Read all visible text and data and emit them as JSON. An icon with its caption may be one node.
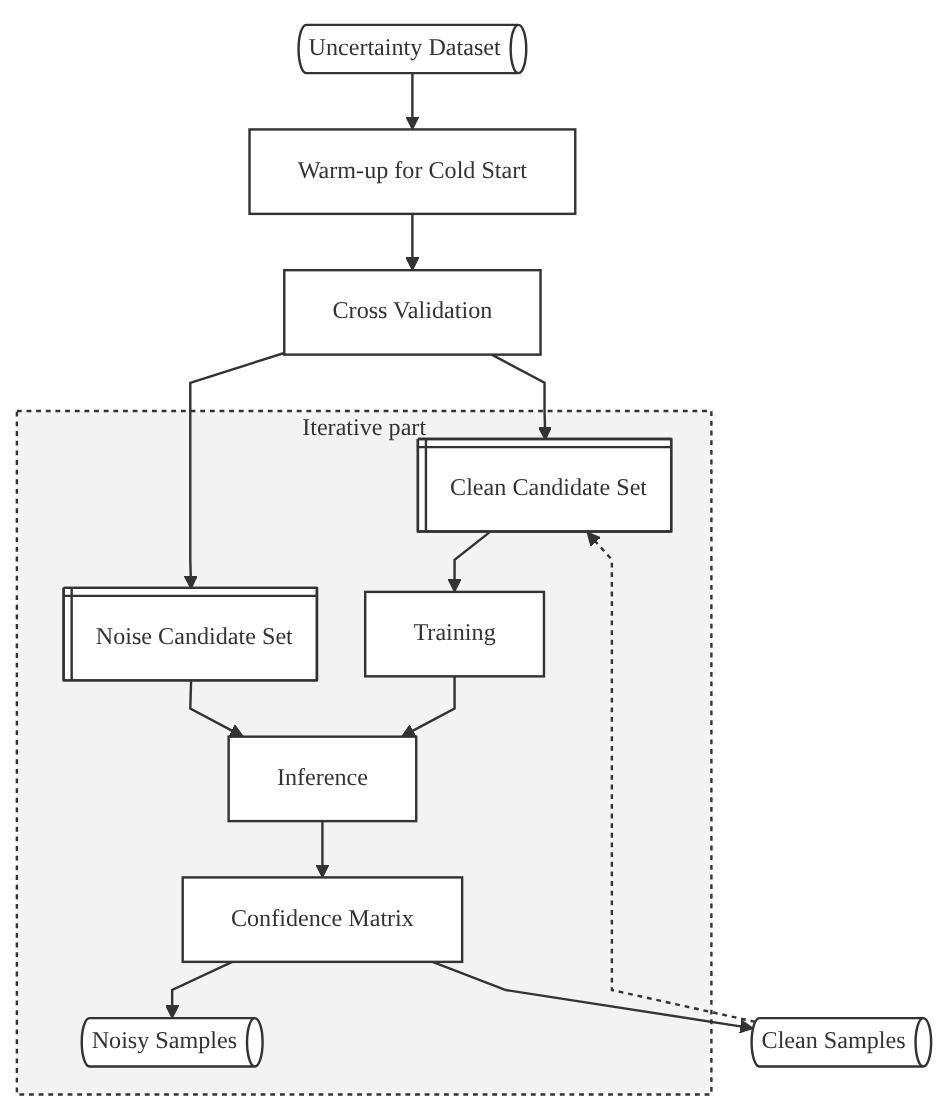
{
  "diagram": {
    "nodes": [
      {
        "text": [
          "Uncertainty Dataset"
        ]
      },
      {
        "text": [
          "Warm-up for Cold Start"
        ]
      },
      {
        "text": [
          "Cross Validation"
        ]
      },
      {
        "text": [
          "Iterative part"
        ]
      },
      {
        "text": [
          "Clean Candidate Set"
        ],
        "in": 3
      },
      {
        "text": [
          "Noise Candidate Set"
        ],
        "in": 3
      },
      {
        "text": [
          "Training"
        ],
        "in": 3
      },
      {
        "text": [
          "Inference"
        ],
        "in": 3
      },
      {
        "text": [
          "Confidence Matrix"
        ],
        "in": 3
      },
      {
        "text": [
          "Noisy Samples"
        ],
        "in": 3
      },
      {
        "text": [
          "Clean Samples"
        ]
      }
    ],
    "edges": [
      {
        "from": 0,
        "to": 1,
        "arrow": "to"
      },
      {
        "from": 1,
        "to": 2,
        "arrow": "to"
      },
      {
        "from": 2,
        "to": 4,
        "arrow": "to"
      },
      {
        "from": 2,
        "to": 5,
        "arrow": "to"
      },
      {
        "from": 4,
        "to": 6,
        "arrow": "to"
      },
      {
        "from": 5,
        "to": 7,
        "arrow": "to"
      },
      {
        "from": 6,
        "to": 7,
        "arrow": "to"
      },
      {
        "from": 7,
        "to": 8,
        "arrow": "to"
      },
      {
        "from": 8,
        "to": 9,
        "arrow": "to"
      },
      {
        "from": 8,
        "to": 10,
        "arrow": "to"
      },
      {
        "from": 10,
        "to": 4,
        "arrow": "to",
        "style": "dashed"
      }
    ]
  }
}
